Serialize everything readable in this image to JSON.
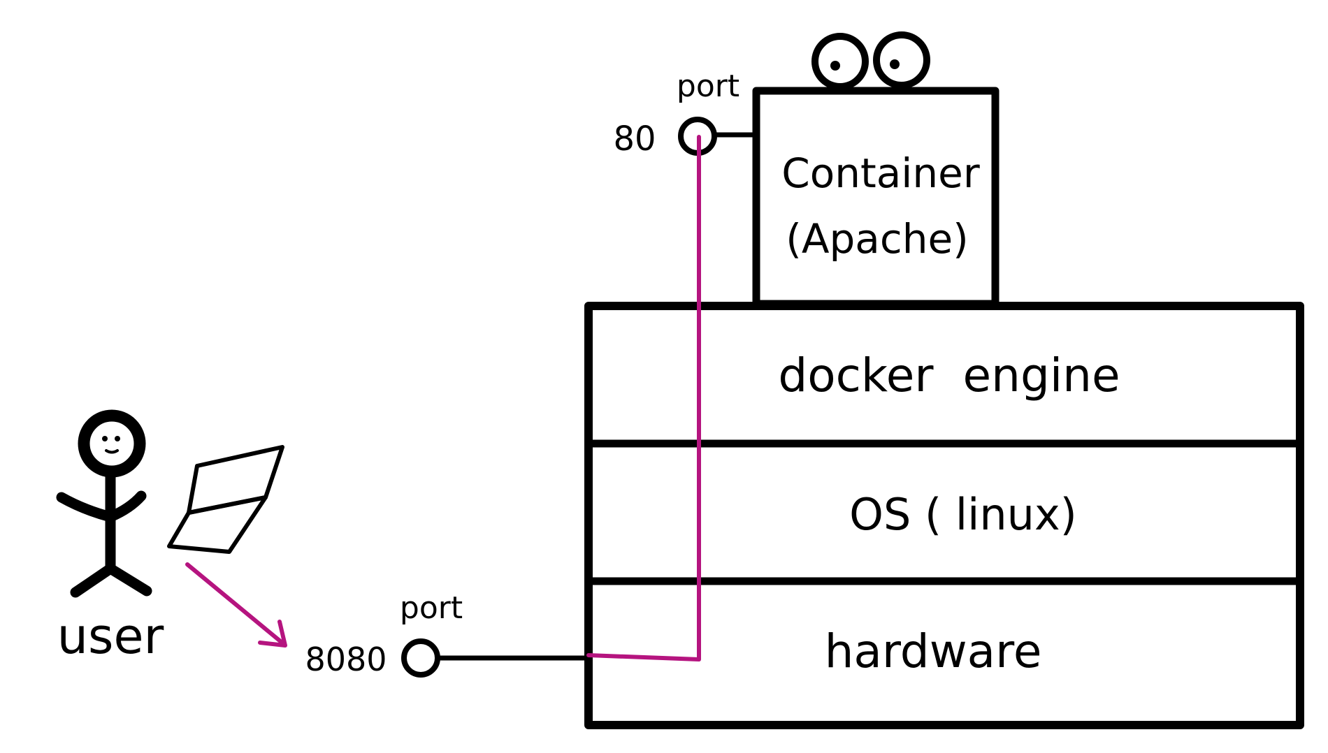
{
  "colors": {
    "ink": "#000000",
    "flow": "#b5147f",
    "background": "#ffffff"
  },
  "labels": {
    "container_line1": "Container",
    "container_line2": "(Apache)",
    "layer_engine": "docker  engine",
    "layer_os": "OS ( linux)",
    "layer_hardware": "hardware",
    "user": "user",
    "container_port_caption": "port",
    "container_port_number": "80",
    "host_port_caption": "port",
    "host_port_number": "8080"
  },
  "icons": {
    "mascot": "googly-eyes-icon",
    "user": "stick-figure-icon",
    "laptop": "laptop-icon"
  }
}
